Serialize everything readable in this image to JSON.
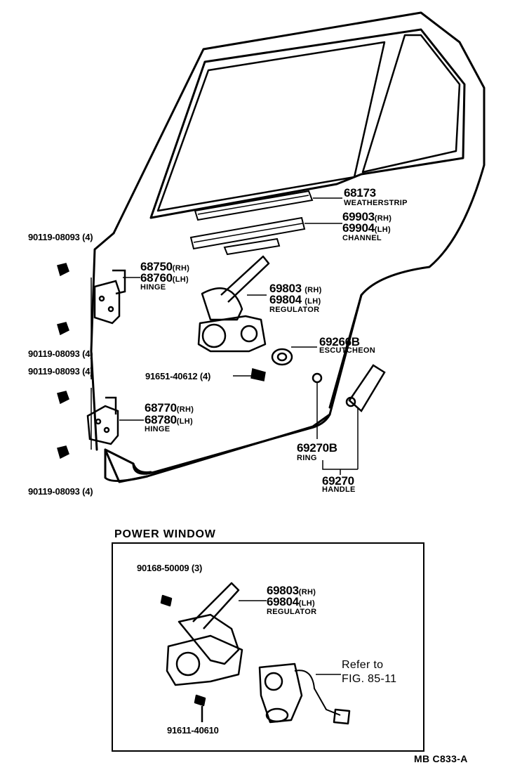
{
  "parts": {
    "weatherstrip": {
      "num": "68173",
      "name": "WEATHERSTRIP"
    },
    "channel": {
      "num_rh": "69903",
      "tag_rh": "(RH)",
      "num_lh": "69904",
      "tag_lh": "(LH)",
      "name": "CHANNEL"
    },
    "bolt_upper_top": "90119-08093 (4)",
    "hinge_upper": {
      "num_rh": "68750",
      "tag_rh": "(RH)",
      "num_lh": "68760",
      "tag_lh": "(LH)",
      "name": "HINGE"
    },
    "regulator": {
      "num_rh": "69803",
      "tag_rh": "(RH)",
      "num_lh": "69804",
      "tag_lh": "(LH)",
      "name": "REGULATOR"
    },
    "bolt_upper_bottom": "90119-08093 (4)",
    "bolt_lower_top": "90119-08093 (4)",
    "escutcheon": {
      "num": "69266B",
      "name": "ESCUTCHEON"
    },
    "regulator_bolt": "91651-40612 (4)",
    "hinge_lower": {
      "num_rh": "68770",
      "tag_rh": "(RH)",
      "num_lh": "68780",
      "tag_lh": "(LH)",
      "name": "HINGE"
    },
    "ring": {
      "num": "69270B",
      "name": "RING"
    },
    "handle": {
      "num": "69270",
      "name": "HANDLE"
    },
    "bolt_lower_bottom": "90119-08093 (4)"
  },
  "power_window": {
    "title": "POWER  WINDOW",
    "screw": "90168-50009 (3)",
    "regulator": {
      "num_rh": "69803",
      "tag_rh": "(RH)",
      "num_lh": "69804",
      "tag_lh": "(LH)",
      "name": "REGULATOR"
    },
    "refer_line1": "Refer to",
    "refer_line2": "FIG. 85-11",
    "bolt": "91611-40610"
  },
  "figure_code": "MB  C833-A"
}
